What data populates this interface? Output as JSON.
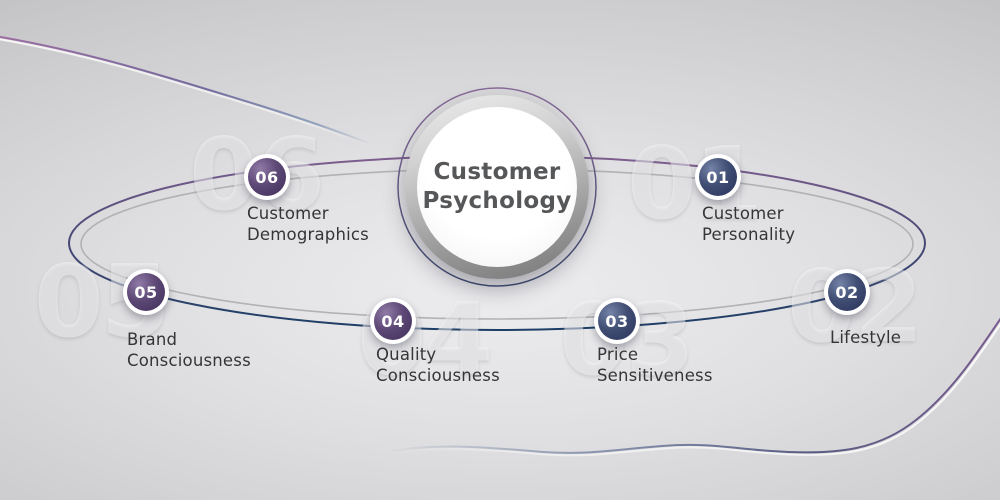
{
  "title": "Customer Psychology",
  "items": [
    {
      "number": "01",
      "label": "Customer Personality"
    },
    {
      "number": "02",
      "label": "Lifestyle"
    },
    {
      "number": "03",
      "label": "Price Sensitiveness"
    },
    {
      "number": "04",
      "label": "Quality Consciousness"
    },
    {
      "number": "05",
      "label": "Brand Consciousness"
    },
    {
      "number": "06",
      "label": "Customer Demographics"
    }
  ],
  "colors": {
    "badge_navy": "#2f3a5e",
    "badge_purple": "#4f3b66",
    "orbit_top": "#7e5e8f",
    "orbit_bottom": "#1d3e66",
    "orbit_inner_gray": "#b2b2b4",
    "title_text": "#565759",
    "label_text": "#353537"
  }
}
